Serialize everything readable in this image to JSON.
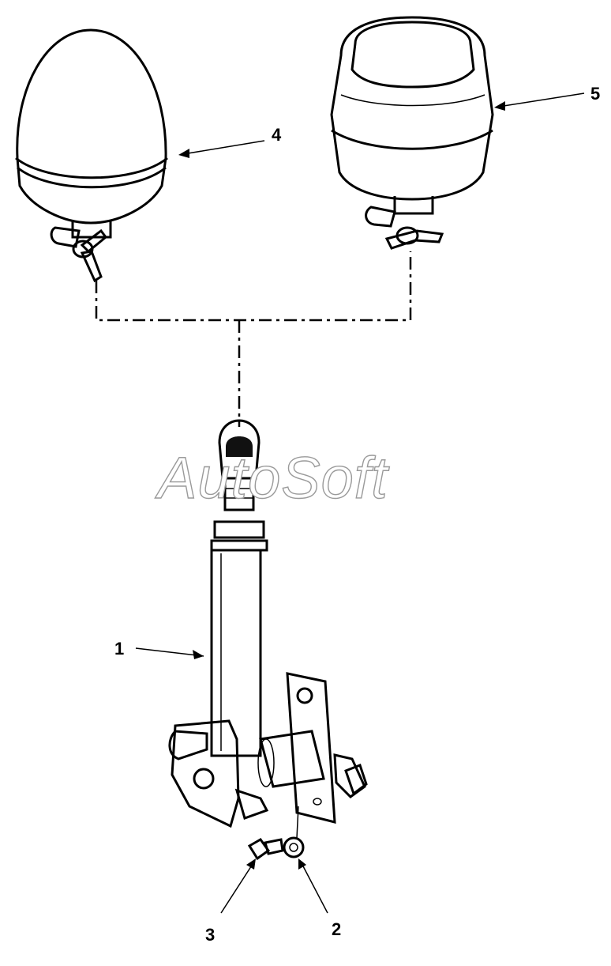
{
  "watermark": "AutoSoft",
  "callouts": [
    {
      "id": "1",
      "label": "1"
    },
    {
      "id": "2",
      "label": "2"
    },
    {
      "id": "3",
      "label": "3"
    },
    {
      "id": "4",
      "label": "4"
    },
    {
      "id": "5",
      "label": "5"
    }
  ],
  "colors": {
    "ink": "#000000",
    "lamp_fill": "#f2f2f2",
    "lamp_shadow": "#d6d6d6",
    "metal": "#e8e8e8",
    "watermark_stroke": "#9a9a9a"
  }
}
